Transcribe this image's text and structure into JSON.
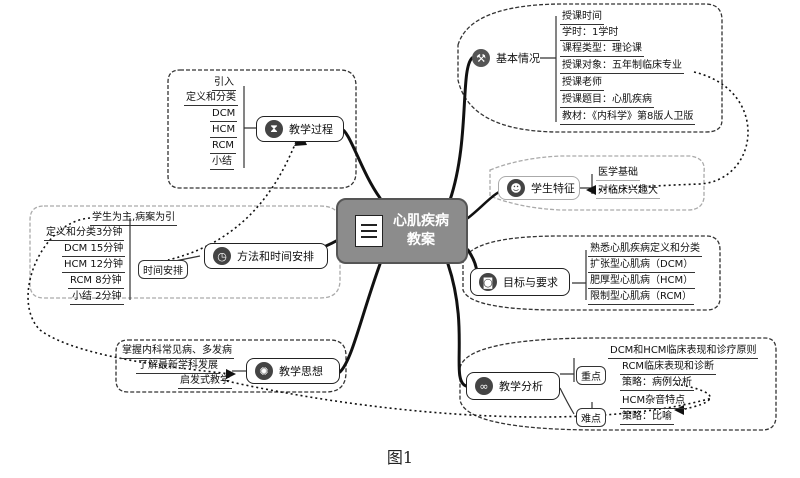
{
  "center": {
    "line1": "心肌疾病",
    "line2": "教案"
  },
  "basic": {
    "label": "基本情况",
    "icon": "hammer-icon",
    "items": [
      "授课时间",
      "学时：1学时",
      "课程类型：理论课",
      "授课对象：五年制临床专业",
      "授课老师",
      "授课题目：心肌疾病",
      "教材：《内科学》第8版人卫版"
    ]
  },
  "student": {
    "label": "学生特征",
    "icon": "student-icon",
    "items": [
      "医学基础",
      "对临床兴趣大"
    ]
  },
  "goal": {
    "label": "目标与要求",
    "icon": "camera-icon",
    "items": [
      "熟悉心肌疾病定义和分类",
      "扩张型心肌病（DCM）",
      "肥厚型心肌病（HCM）",
      "限制型心肌病（RCM）"
    ]
  },
  "analysis": {
    "label": "教学分析",
    "icon": "glasses-icon",
    "key": {
      "label": "重点",
      "items": [
        "DCM和HCM临床表现和诊疗原则",
        "RCM临床表现和诊断",
        "策略：病例分析"
      ]
    },
    "hard": {
      "label": "难点",
      "items": [
        "HCM杂音特点",
        "策略：比喻"
      ]
    }
  },
  "process": {
    "label": "教学过程",
    "icon": "hourglass-icon",
    "items": [
      "引入",
      "定义和分类",
      "DCM",
      "HCM",
      "RCM",
      "小结"
    ]
  },
  "method": {
    "label": "方法和时间安排",
    "icon": "clock-icon",
    "sub_label": "时间安排",
    "sub_items": [
      "学生为主,病案为引",
      "定义和分类3分钟",
      "DCM 15分钟",
      "HCM 12分钟",
      "RCM 8分钟",
      "小结 2分钟"
    ]
  },
  "thought": {
    "label": "教学思想",
    "icon": "lightbulb-icon",
    "items": [
      "掌握内科常见病、多发病",
      "了解最新学科发展",
      "启发式教学"
    ]
  },
  "caption": "图1"
}
